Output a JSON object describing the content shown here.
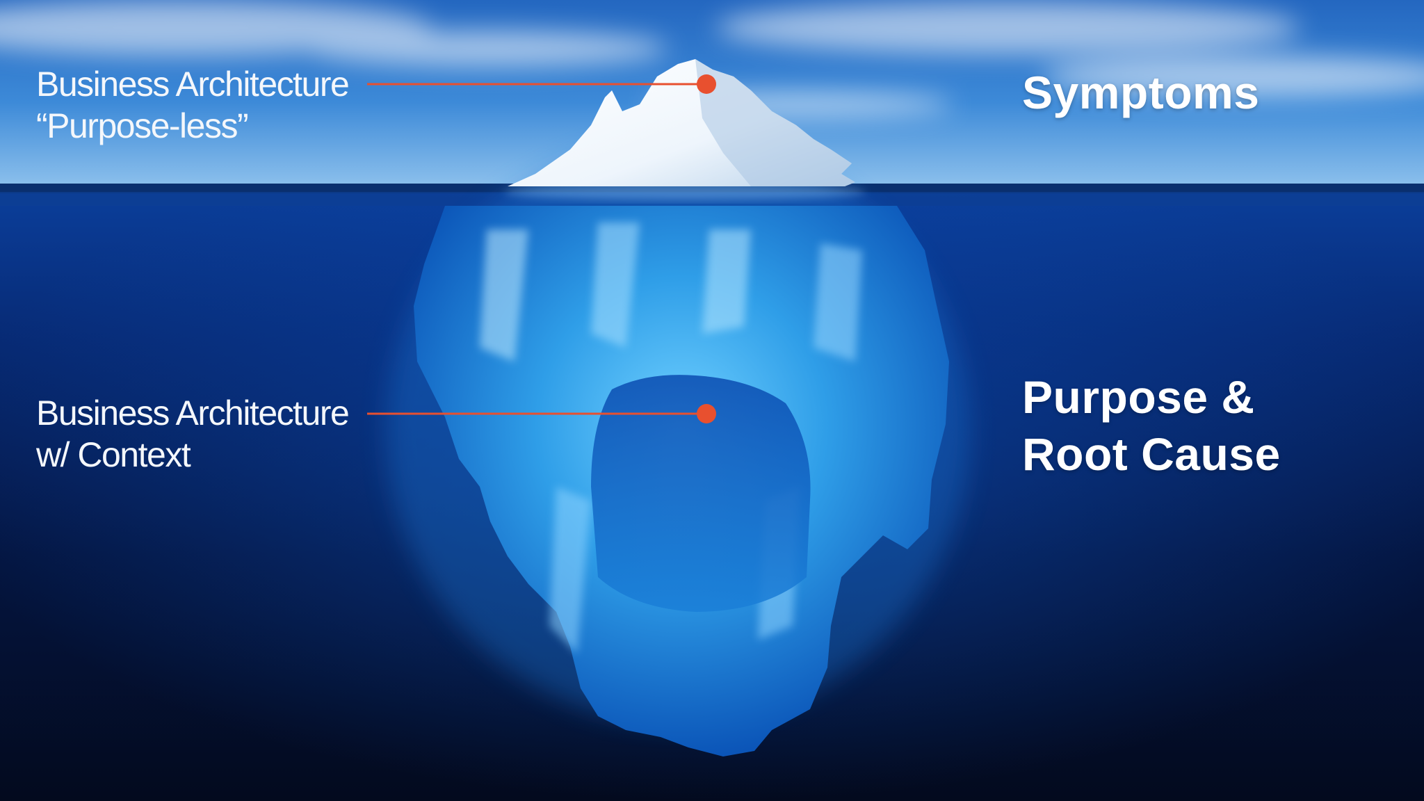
{
  "annotations": {
    "tip": {
      "line1": "Business Architecture",
      "line2": "“Purpose-less”"
    },
    "base": {
      "line1": "Business Architecture",
      "line2": "w/ Context"
    }
  },
  "headings": {
    "symptoms": "Symptoms",
    "root_line1": "Purpose &",
    "root_line2": "Root Cause"
  },
  "colors": {
    "pointer": "#e8502f",
    "sky_top": "#1e66c2",
    "sky_horizon": "#8fc2ee",
    "sea_surface": "#0a3e9a",
    "sea_deep": "#030a1e",
    "ice_tip": "#ffffff",
    "ice_submerged": "#2f9ee8"
  }
}
